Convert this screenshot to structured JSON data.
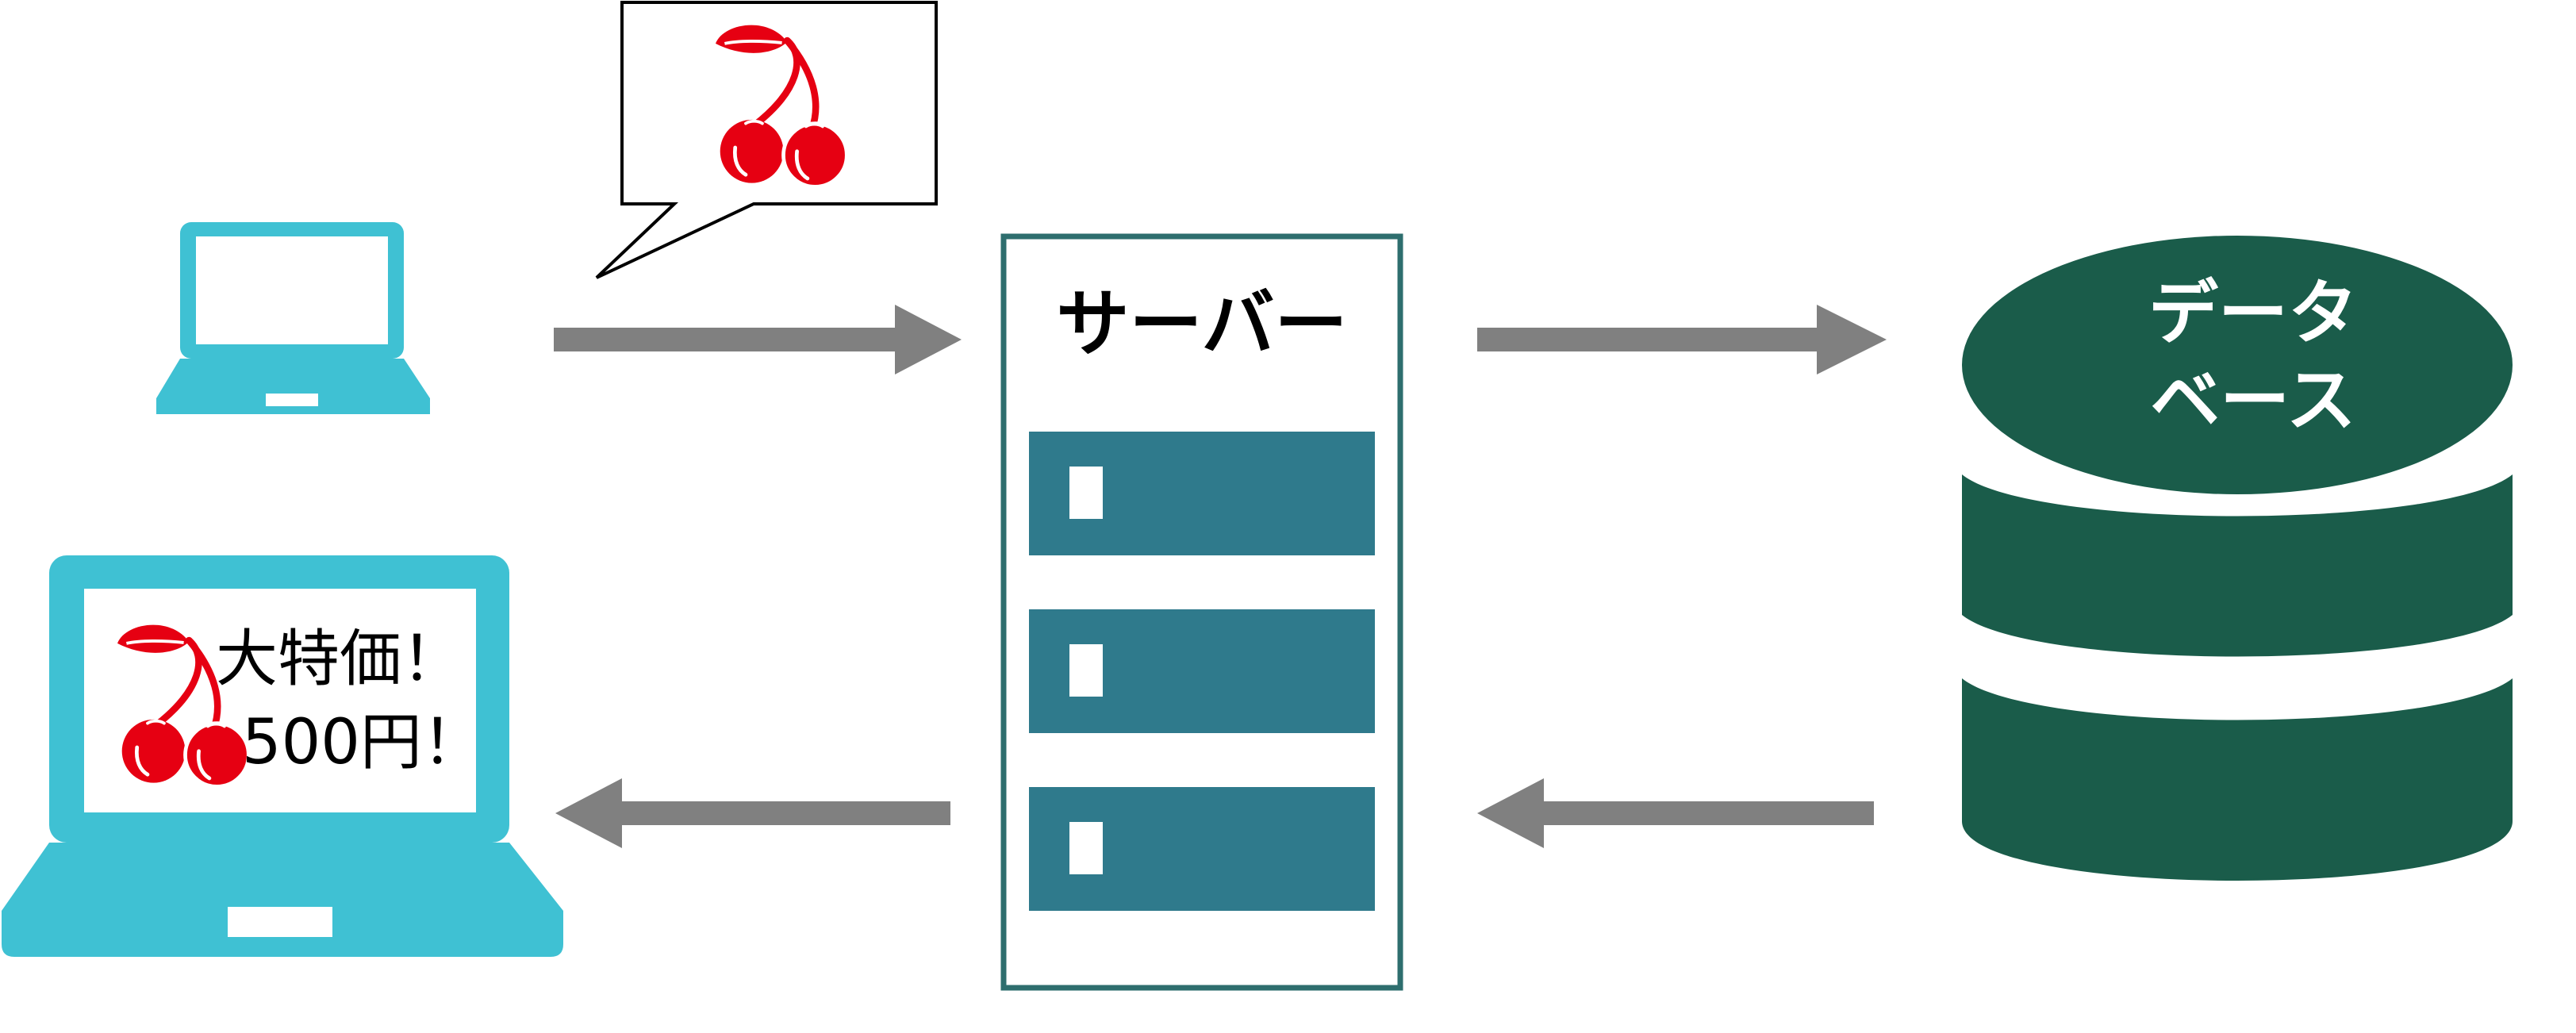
{
  "server": {
    "title": "サーバー"
  },
  "database": {
    "label_line1": "データ",
    "label_line2": "ベース"
  },
  "client_screen": {
    "line1": "大特価！",
    "line2": "500円！"
  },
  "colors": {
    "laptop": "#3fc1d3",
    "server_border": "#2e6e6e",
    "server_slot": "#2f7a8c",
    "database": "#1a5c4a",
    "arrow": "#808080",
    "cherry": "#e60012"
  },
  "icons": {
    "small_laptop": "laptop-icon",
    "large_laptop": "laptop-icon",
    "request_bubble": "speech-bubble-icon",
    "cherry": "cherry-icon",
    "database": "database-icon",
    "server": "server-icon"
  }
}
